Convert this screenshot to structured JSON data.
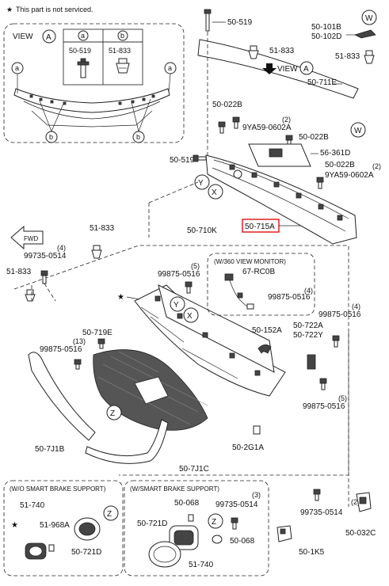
{
  "notice": {
    "star": "★",
    "text": "This part is not serviced."
  },
  "view_a_box": {
    "title": "VIEW",
    "view_letter": "A",
    "col_a": "a",
    "col_b": "b",
    "part_a": "50-519",
    "part_b": "51-833",
    "callout_a": "a",
    "callout_b": "b"
  },
  "top_labels": {
    "p50_519_top": "50-519",
    "p51_833_top": "51-833",
    "p50_101b": "50-101B",
    "p50_102d": "50-102D",
    "p51_833_right": "51-833",
    "view_a_arrow": "VIEW",
    "view_a_letter": "A",
    "p50_711e": "50-711E",
    "p50_022b_left": "50-022B",
    "p9ya59_qty": "(2)",
    "p9ya59_left": "9YA59-0602A",
    "p50_022b_mid": "50-022B",
    "p56_361d": "56-361D",
    "p50_519_mid": "50-519",
    "p50_022b_right": "50-022B",
    "p9ya59_right": "9YA59-0602A",
    "p50_715a": "50-715A",
    "p50_710k": "50-710K",
    "fwd": "FWD"
  },
  "circle_letters": {
    "w_top": "W",
    "w_mid": "W",
    "y_top": "Y",
    "x_top": "X",
    "y_mid": "Y",
    "x_mid": "X",
    "z_mid": "Z",
    "z_left_box": "Z",
    "z_right_box": "Z"
  },
  "left_labels": {
    "p51_833_a": "51-833",
    "qty_4a": "(4)",
    "p99735_a": "99735-0514",
    "p51_833_b": "51-833",
    "qty_5a": "(5)",
    "p99875_a": "99875-0516",
    "p50_719e": "50-719E",
    "qty_13": "(13)",
    "p99875_b": "99875-0516",
    "p50_7j1b": "50-7J1B",
    "p50_7j1c": "50-7J1C"
  },
  "monitor_box": {
    "title": "(W/360 VIEW MONITOR)",
    "p67_rc0b": "67-RC0B",
    "qty": "(4)",
    "p99875": "99875-0516"
  },
  "right_labels": {
    "qty_4b": "(4)",
    "p99875_c": "99875-0516",
    "p50_152a": "50-152A",
    "p50_722a": "50-722A",
    "p50_722y": "50-722Y",
    "qty_5b": "(5)",
    "p99875_d": "99875-0516",
    "p50_2g1a": "50-2G1A",
    "qty_2": "(2)",
    "p99735_b": "99735-0514",
    "p50_032c": "50-032C",
    "p50_1k5": "50-1K5"
  },
  "wo_box": {
    "title": "(W/O SMART BRAKE SUPPORT)",
    "p51_740": "51-740",
    "p51_968a": "51-968A",
    "p50_721d": "50-721D"
  },
  "ws_box": {
    "title": "(W/SMART BRAKE SUPPORT)",
    "p50_068_a": "50-068",
    "qty_3": "(3)",
    "p99735": "99735-0514",
    "p50_721d": "50-721D",
    "p50_068_b": "50-068",
    "p51_740": "51-740"
  }
}
